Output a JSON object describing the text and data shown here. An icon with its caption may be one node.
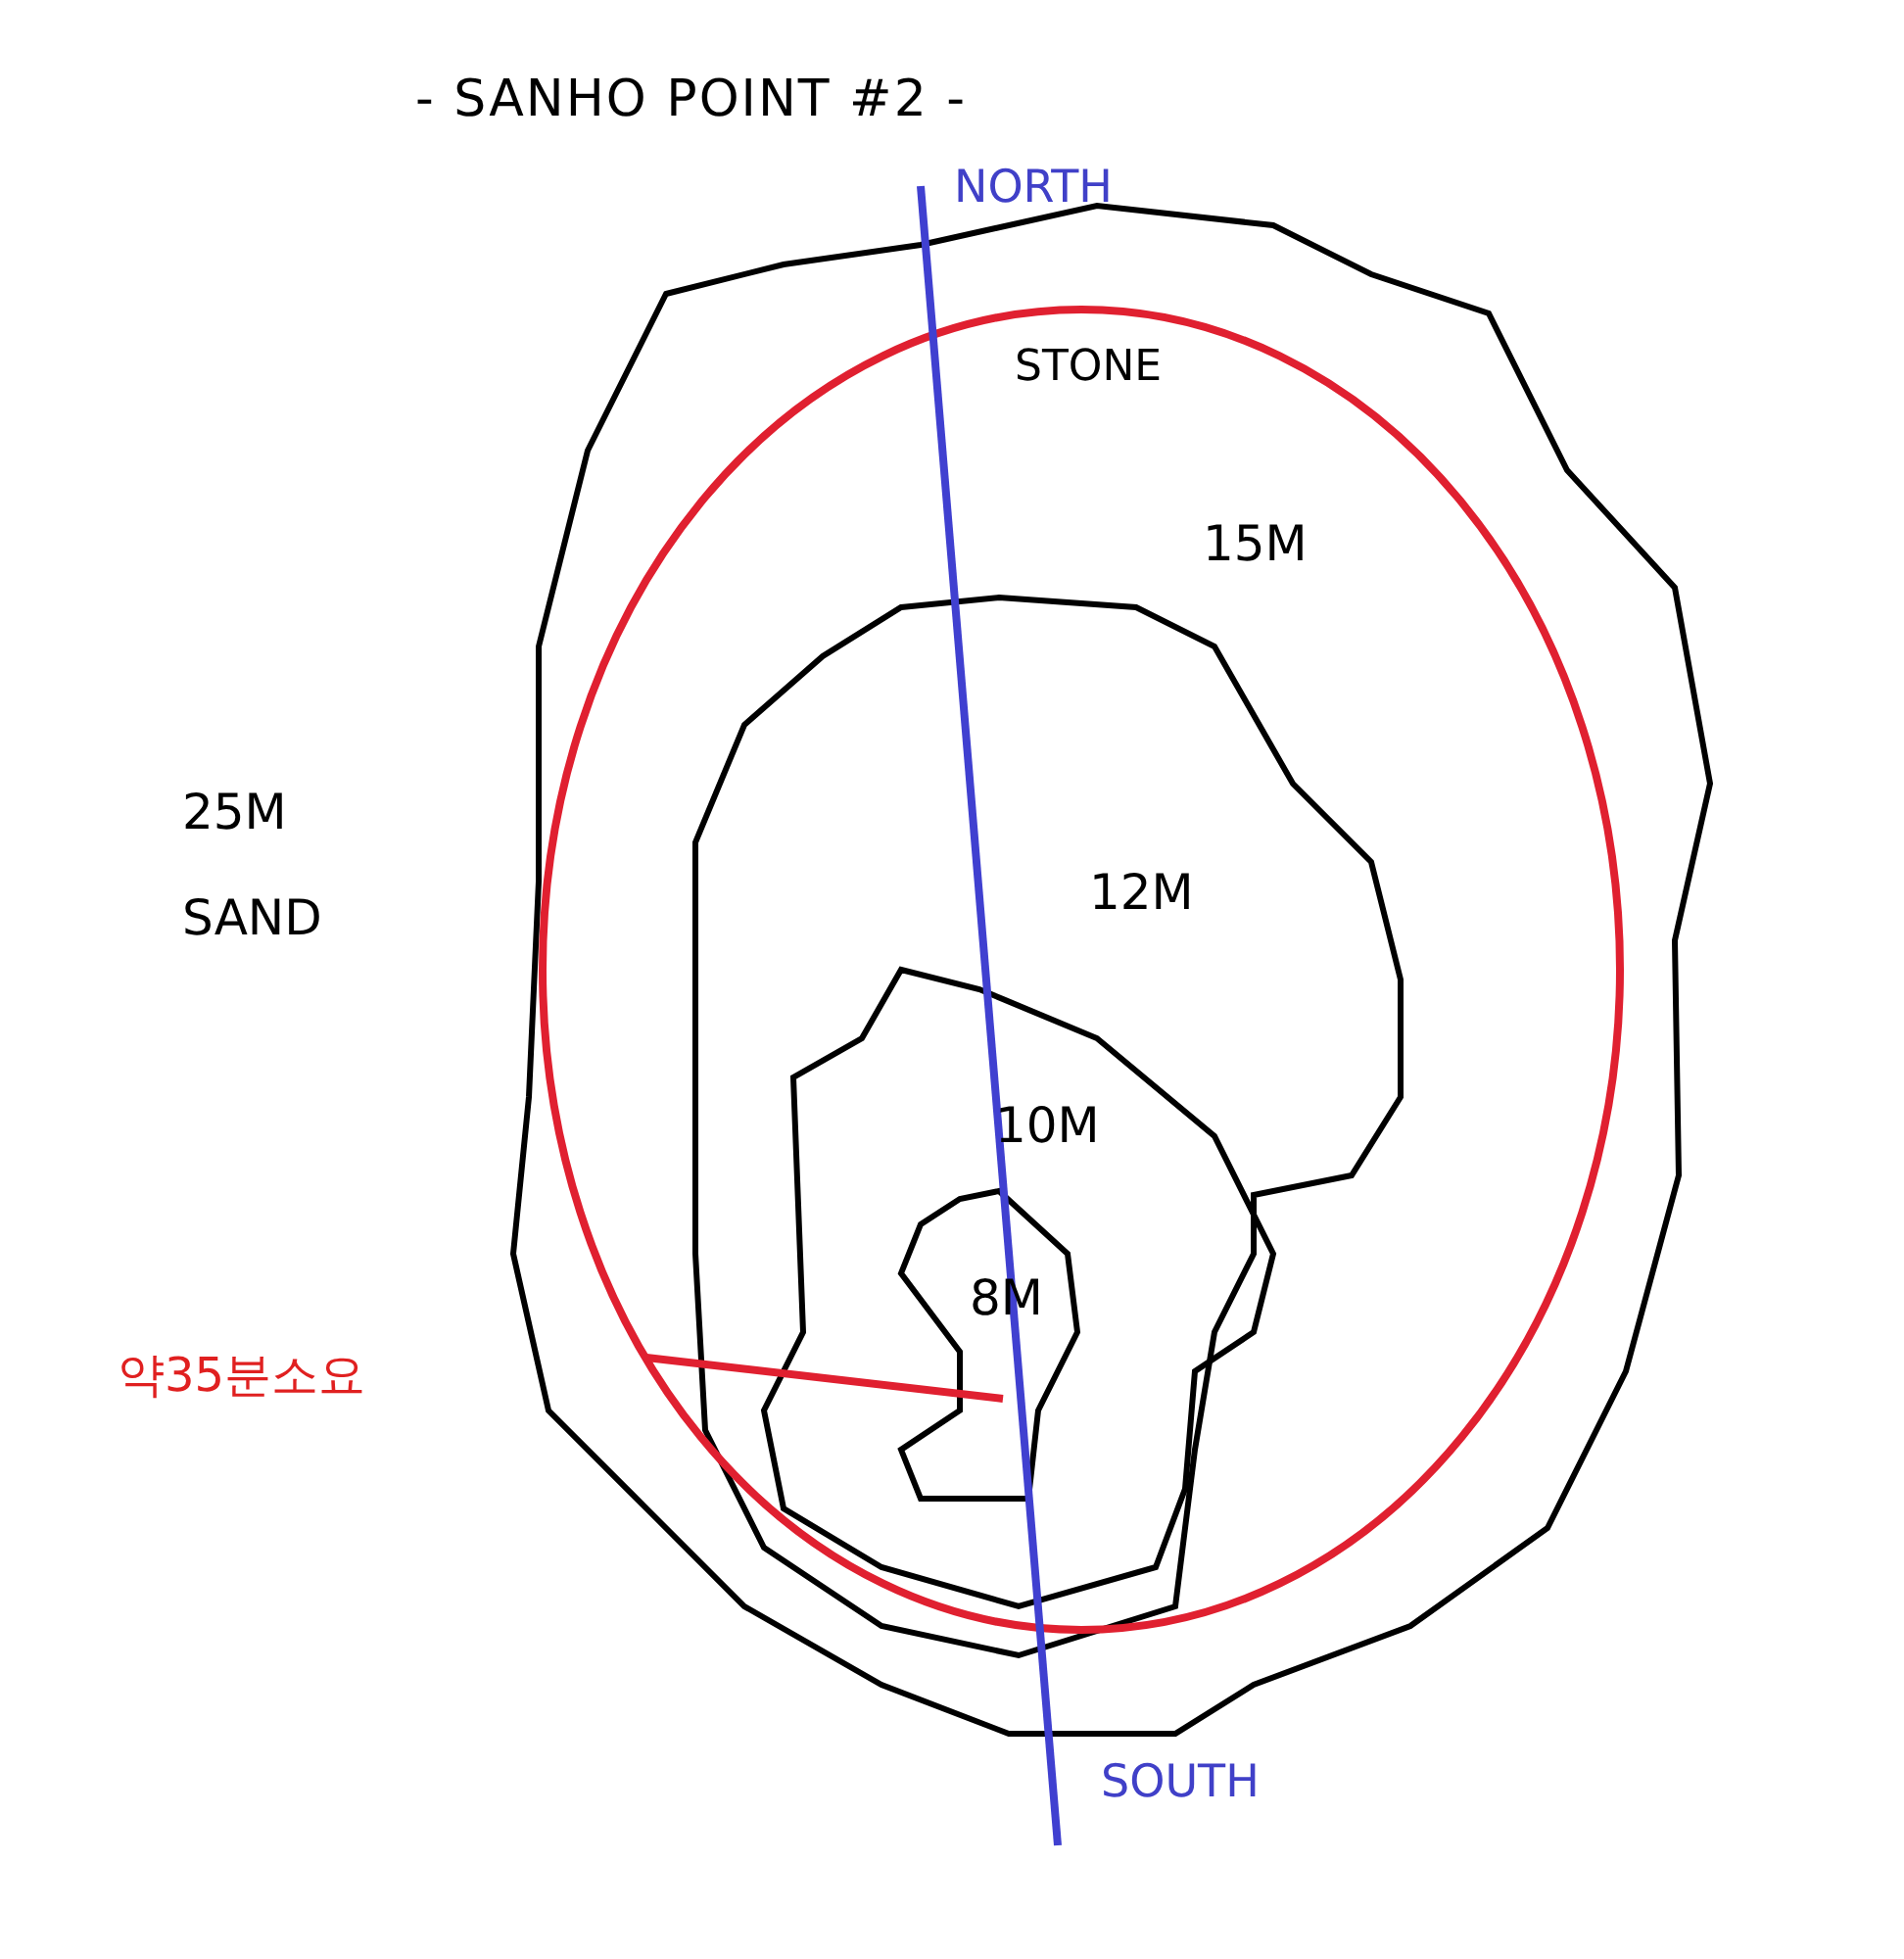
{
  "diagram": {
    "title": "- SANHO POINT #2 -",
    "labels": [
      "NORTH",
      "STONE",
      "15M",
      "25M",
      "SAND",
      "12M",
      "10M",
      "8M",
      "약35분소요",
      "SOUTH"
    ]
  }
}
